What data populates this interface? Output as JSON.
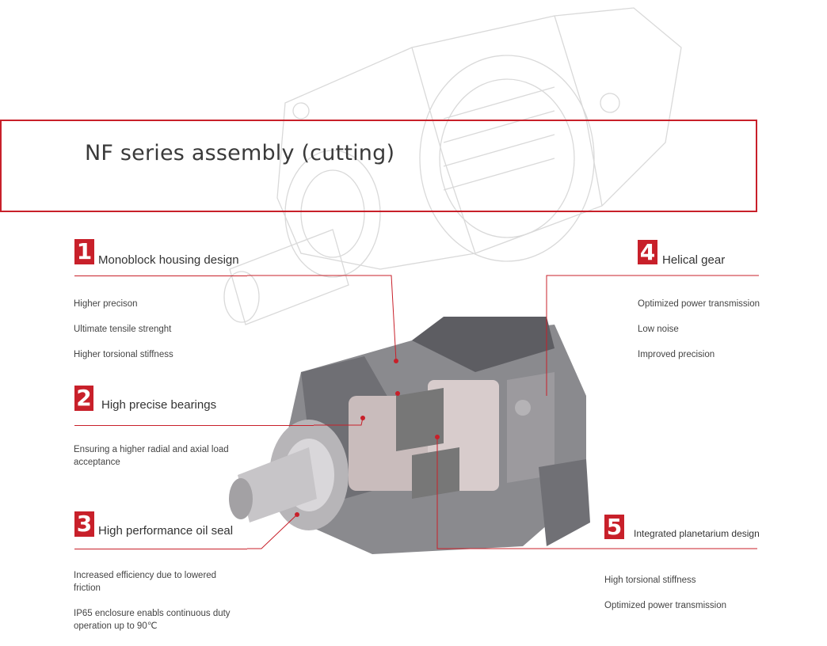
{
  "title": "NF series assembly (cutting)",
  "features": [
    {
      "number": "1",
      "label": "Monoblock housing design",
      "items": [
        "Higher precison",
        "Ultimate tensile strenght",
        "Higher torsional stiffness"
      ]
    },
    {
      "number": "2",
      "label": "High precise bearings",
      "items": [
        "Ensuring a higher radial and axial load",
        "acceptance"
      ]
    },
    {
      "number": "3",
      "label": "High performance oil seal",
      "items": [
        "Increased efficiency due to lowered",
        "friction",
        "IP65 enclosure enabls continuous duty",
        "operation up to 90℃"
      ]
    },
    {
      "number": "4",
      "label": "Helical gear",
      "items": [
        "Optimized power transmission",
        "Low noise",
        "Improved precision"
      ]
    },
    {
      "number": "5",
      "label": "Integrated planetarium design",
      "items": [
        "High torsional stiffness",
        "Optimized power transmission"
      ]
    }
  ],
  "accent_color": "#c8202a"
}
